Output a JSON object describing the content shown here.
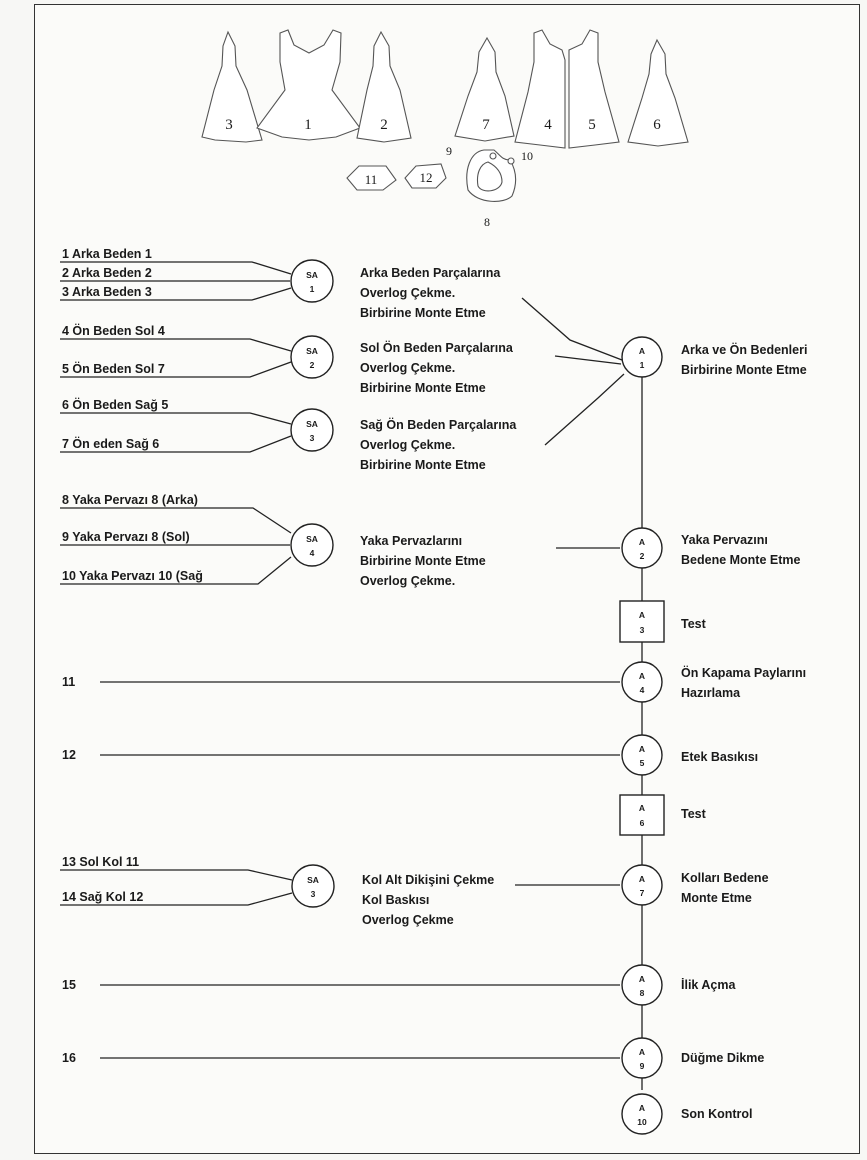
{
  "pattern_pieces": {
    "labels": [
      "3",
      "1",
      "2",
      "7",
      "4",
      "5",
      "6",
      "11",
      "12",
      "9",
      "10",
      "8"
    ]
  },
  "nodes": [
    {
      "prefix": "SA",
      "num": "1"
    },
    {
      "prefix": "SA",
      "num": "2"
    },
    {
      "prefix": "SA",
      "num": "3"
    },
    {
      "prefix": "SA",
      "num": "4"
    },
    {
      "prefix": "A",
      "num": "1"
    },
    {
      "prefix": "A",
      "num": "2"
    },
    {
      "prefix": "A",
      "num": "3"
    },
    {
      "prefix": "A",
      "num": "4"
    },
    {
      "prefix": "A",
      "num": "5"
    },
    {
      "prefix": "A",
      "num": "6"
    },
    {
      "prefix": "SA",
      "num": "3"
    },
    {
      "prefix": "A",
      "num": "7"
    },
    {
      "prefix": "A",
      "num": "8"
    },
    {
      "prefix": "A",
      "num": "9"
    },
    {
      "prefix": "A",
      "num": "10"
    }
  ],
  "inputs": [
    "1 Arka Beden 1",
    "2 Arka Beden 2",
    "3 Arka Beden 3",
    "4 Ön Beden Sol 4",
    "5 Ön Beden Sol 7",
    "6 Ön Beden Sağ 5",
    "7 Ön eden Sağ 6",
    "8 Yaka Pervazı 8 (Arka)",
    "9 Yaka Pervazı 8 (Sol)",
    "10 Yaka Pervazı 10 (Sağ",
    "11",
    "12",
    "13 Sol Kol 11",
    "14 Sağ Kol 12",
    "15",
    "16"
  ],
  "operations": {
    "sa1": [
      "Arka Beden Parçalarına",
      "Overlog Çekme.",
      "Birbirine Monte Etme"
    ],
    "sa2": [
      "Sol Ön Beden Parçalarına",
      "Overlog Çekme.",
      "Birbirine Monte Etme"
    ],
    "sa3": [
      "Sağ Ön Beden Parçalarına",
      "Overlog Çekme.",
      "Birbirine Monte Etme"
    ],
    "sa4": [
      "Yaka Pervazlarını",
      "Birbirine Monte Etme",
      "Overlog Çekme."
    ],
    "sa3b": [
      "Kol Alt Dikişini Çekme",
      "Kol Baskısı",
      "Overlog Çekme"
    ],
    "a1": [
      "Arka ve Ön Bedenleri",
      "Birbirine Monte Etme"
    ],
    "a2": [
      "Yaka Pervazını",
      "Bedene Monte Etme"
    ],
    "a3": [
      "Test"
    ],
    "a4": [
      "Ön Kapama Paylarını",
      "Hazırlama"
    ],
    "a5": [
      "Etek Basıkısı"
    ],
    "a6": [
      "Test"
    ],
    "a7": [
      "Kolları Bedene",
      "Monte Etme"
    ],
    "a8": [
      "İlik Açma"
    ],
    "a9": [
      "Düğme Dikme"
    ],
    "a10": [
      "Son Kontrol"
    ]
  }
}
